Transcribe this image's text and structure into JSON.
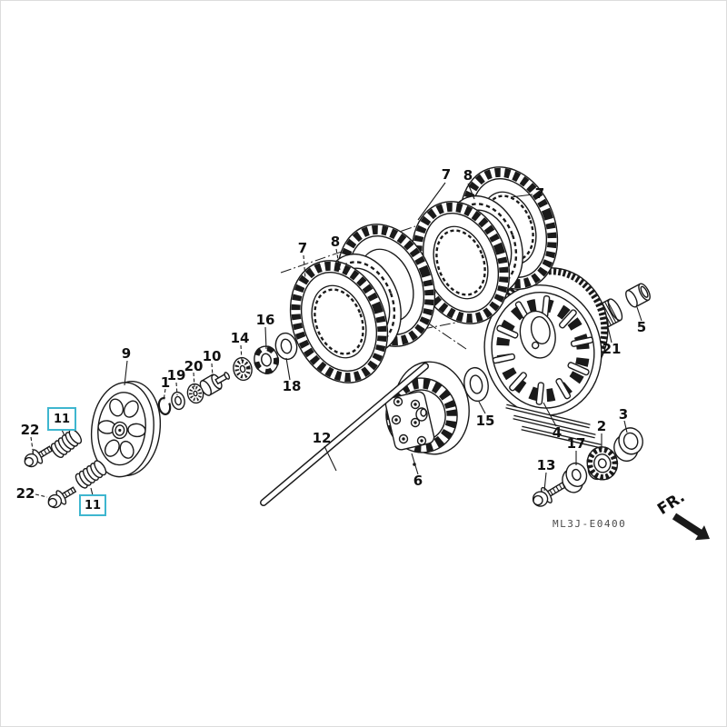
{
  "diagram": {
    "code": "ML3J-E0400",
    "direction_indicator": "FR.",
    "highlight_color": "#3eb6cf",
    "line_color": "#1a1a1a",
    "background_color": "#ffffff",
    "labels": [
      {
        "text": "7"
      },
      {
        "text": "8"
      },
      {
        "text": "7"
      },
      {
        "text": "8"
      },
      {
        "text": "7"
      },
      {
        "text": "9"
      },
      {
        "text": "1"
      },
      {
        "text": "19"
      },
      {
        "text": "20"
      },
      {
        "text": "10"
      },
      {
        "text": "14"
      },
      {
        "text": "16"
      },
      {
        "text": "18"
      },
      {
        "text": "15"
      },
      {
        "text": "12"
      },
      {
        "text": "6"
      },
      {
        "text": "4"
      },
      {
        "text": "21"
      },
      {
        "text": "5"
      },
      {
        "text": "17"
      },
      {
        "text": "13"
      },
      {
        "text": "2"
      },
      {
        "text": "3"
      },
      {
        "text": "22"
      },
      {
        "text": "22"
      },
      {
        "text": "11",
        "highlighted": true
      },
      {
        "text": "11",
        "highlighted": true
      }
    ]
  }
}
